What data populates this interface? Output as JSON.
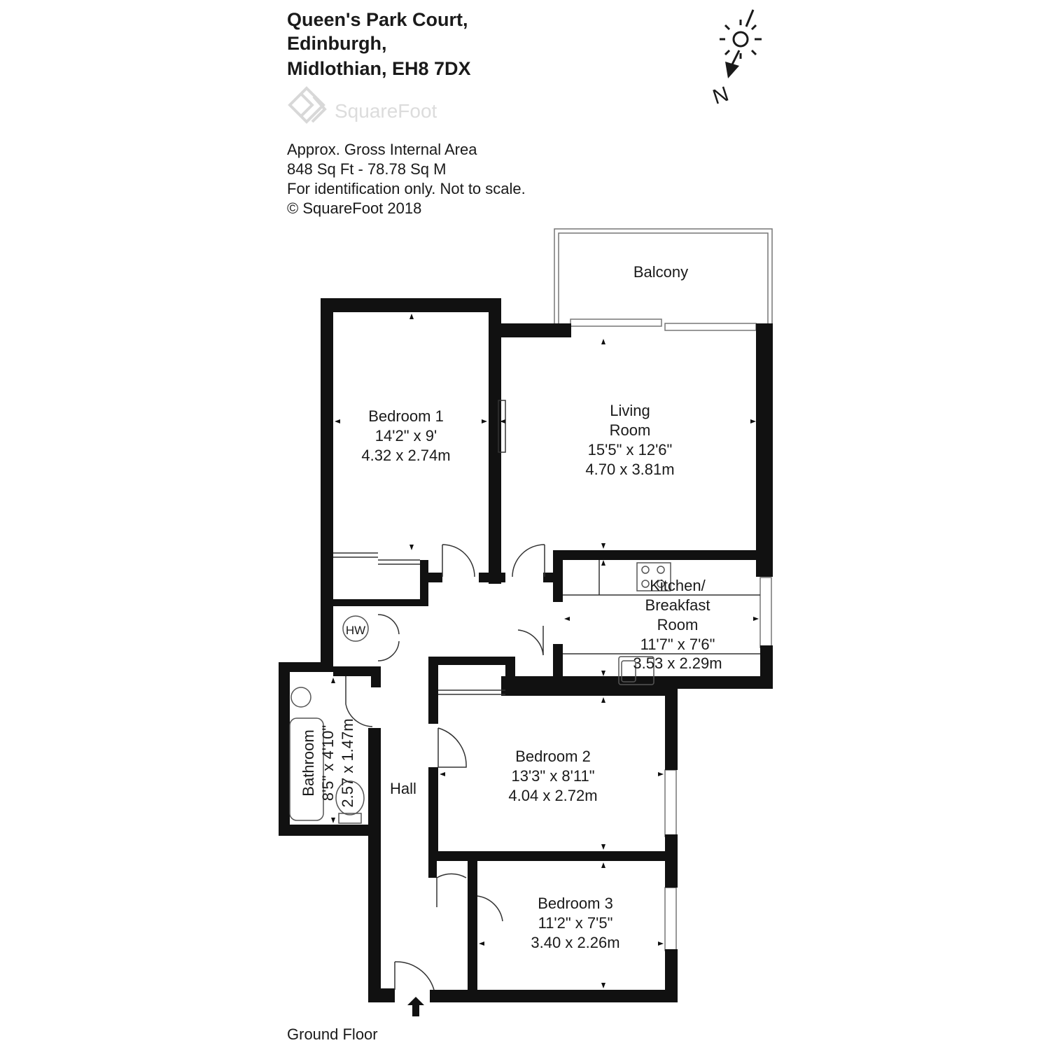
{
  "header": {
    "address": [
      "Queen's Park Court,",
      "Edinburgh,",
      "Midlothian, EH8 7DX"
    ],
    "logo_text": "SquareFoot",
    "info": [
      "Approx. Gross Internal Area",
      "848 Sq Ft  -  78.78 Sq M",
      "For identification only. Not to scale.",
      "© SquareFoot 2018"
    ]
  },
  "compass": {
    "north_label": "N"
  },
  "rooms": {
    "balcony": {
      "name": "Balcony"
    },
    "bedroom1": {
      "name": "Bedroom 1",
      "imperial": "14'2\" x 9'",
      "metric": "4.32 x 2.74m"
    },
    "living": {
      "name_line1": "Living",
      "name_line2": "Room",
      "imperial": "15'5\" x 12'6\"",
      "metric": "4.70 x 3.81m"
    },
    "kitchen": {
      "name_line1": "Kitchen/",
      "name_line2": "Breakfast",
      "name_line3": "Room",
      "imperial": "11'7\" x 7'6\"",
      "metric": "3.53 x 2.29m"
    },
    "bedroom2": {
      "name": "Bedroom 2",
      "imperial": "13'3\" x 8'11\"",
      "metric": "4.04 x 2.72m"
    },
    "bedroom3": {
      "name": "Bedroom 3",
      "imperial": "11'2\" x 7'5\"",
      "metric": "3.40 x 2.26m"
    },
    "bathroom": {
      "name": "Bathroom",
      "imperial": "8'5\" x 4'10\"",
      "metric": "2.57 x 1.47m"
    },
    "hall": {
      "name": "Hall"
    },
    "hot_water": {
      "name": "HW"
    }
  },
  "floor_label": "Ground Floor"
}
